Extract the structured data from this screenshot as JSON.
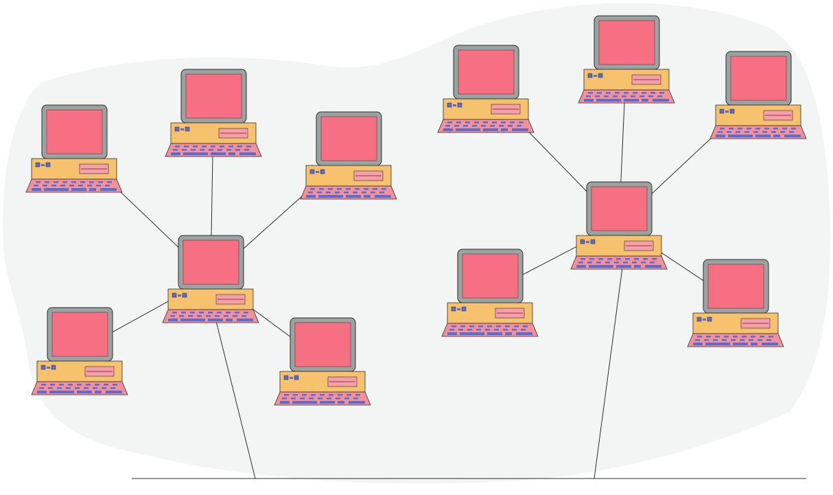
{
  "diagram": {
    "type": "network-topology",
    "description_visible_text": "",
    "colors": {
      "background": "#ffffff",
      "blob": "#f3f4f4",
      "line": "#2b2b2b",
      "monitor_frame": "#9aa3a1",
      "screen": "#f76f82",
      "base": "#f6c26d",
      "keyboard": "#f2919a",
      "keys": "#5a6ccf",
      "drive": "#f4a0a8"
    },
    "networks": [
      {
        "id": "network-a",
        "hub": "computer-a-hub",
        "clients": [
          "computer-a1",
          "computer-a2",
          "computer-a3",
          "computer-a4",
          "computer-a5"
        ],
        "backbone_link": true
      },
      {
        "id": "network-b",
        "hub": "computer-b-hub",
        "clients": [
          "computer-b1",
          "computer-b2",
          "computer-b3",
          "computer-b4",
          "computer-b5"
        ],
        "backbone_link": true
      }
    ],
    "icons": [
      "computer-icon",
      "backbone-line"
    ]
  }
}
